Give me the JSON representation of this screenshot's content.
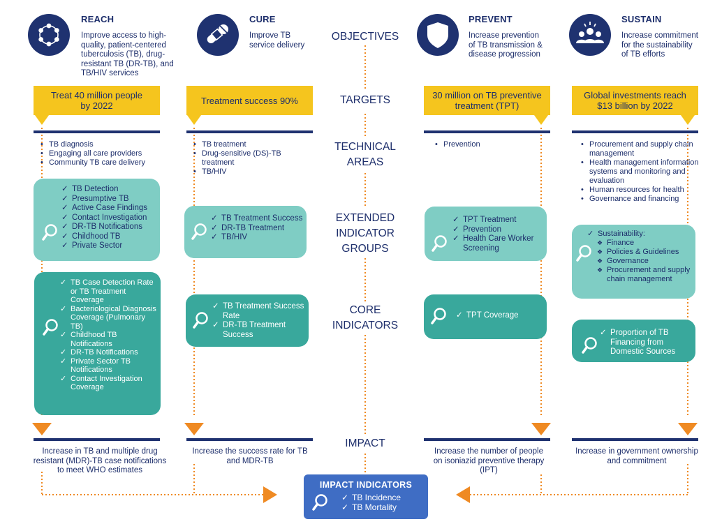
{
  "pillars": [
    {
      "title": "REACH",
      "icon": "network-icon",
      "description": [
        "Improve access to high-",
        "quality, patient-centered",
        "tuberculosis (TB), drug-",
        "resistant TB (DR-TB), and",
        "TB/HIV services"
      ]
    },
    {
      "title": "CURE",
      "icon": "pills-icon",
      "description": [
        "Improve TB",
        "service delivery"
      ]
    },
    {
      "title": "PREVENT",
      "icon": "shield-icon",
      "description": [
        "Increase prevention",
        "of TB transmission &",
        "disease progression"
      ]
    },
    {
      "title": "SUSTAIN",
      "icon": "people-group-icon",
      "description": [
        "Increase commitment",
        "for the sustainability",
        "of TB efforts"
      ]
    }
  ],
  "center_labels": {
    "objectives": "OBJECTIVES",
    "targets": "TARGETS",
    "technical_areas": [
      "TECHNICAL",
      "AREAS"
    ],
    "extended_indicator_groups": [
      "EXTENDED",
      "INDICATOR",
      "GROUPS"
    ],
    "core_indicators": [
      "CORE",
      "INDICATORS"
    ],
    "impact": "IMPACT"
  },
  "targets": [
    [
      "Treat 40 million people",
      "by 2022"
    ],
    [
      "Treatment success 90%"
    ],
    [
      "30 million on TB preventive",
      "treatment (TPT)"
    ],
    [
      "Global investments reach",
      "$13 billion by 2022"
    ]
  ],
  "technical_areas": [
    [
      "TB diagnosis",
      "Engaging all care providers",
      "Community TB care delivery"
    ],
    [
      "TB treatment",
      "Drug-sensitive (DS)-TB treatment",
      "TB/HIV"
    ],
    [
      "Prevention"
    ],
    [
      "Procurement and supply chain management",
      "Health management information systems and monitoring and evaluation",
      "Human resources for health",
      "Governance and financing"
    ]
  ],
  "extended_indicators": {
    "reach": [
      "TB Detection",
      "Presumptive TB",
      "Active Case Findings",
      "Contact Investigation",
      "DR-TB Notifications",
      "Childhood TB",
      "Private Sector"
    ],
    "cure": [
      "TB Treatment Success",
      "DR-TB Treatment",
      "TB/HIV"
    ],
    "prevent": [
      "TPT Treatment",
      "Prevention",
      "Health Care Worker Screening"
    ],
    "sustain_heading": "Sustainability:",
    "sustain": [
      "Finance",
      "Policies & Guidelines",
      "Governance",
      "Procurement and supply chain management"
    ]
  },
  "core_indicators": {
    "reach": [
      "TB Case Detection Rate or TB Treatment Coverage",
      "Bacteriological Diagnosis Coverage (Pulmonary TB)",
      "Childhood TB Notifications",
      "DR-TB Notifications",
      "Private Sector TB Notifications",
      "Contact Investigation Coverage"
    ],
    "cure": [
      "TB Treatment Success Rate",
      "DR-TB Treatment Success"
    ],
    "prevent": [
      "TPT Coverage"
    ],
    "sustain": [
      "Proportion of TB Financing from Domestic Sources"
    ]
  },
  "impacts": [
    [
      "Increase in TB and multiple drug",
      "resistant (MDR)-TB case notifications",
      "to meet WHO estimates"
    ],
    [
      "Increase the success rate for TB",
      "and MDR-TB"
    ],
    [
      "Increase the number of people",
      "on isoniazid preventive therapy",
      "(IPT)"
    ],
    [
      "Increase in government ownership",
      "and commitment"
    ]
  ],
  "impact_indicators": {
    "title": "IMPACT INDICATORS",
    "items": [
      "TB Incidence",
      "TB Mortality"
    ]
  },
  "colors": {
    "navy": "#1f3270",
    "yellow": "#f5c51e",
    "teal_light": "#7fcdc4",
    "teal_dark": "#39a89c",
    "orange": "#ef8a23",
    "blue_box": "#3f6dc4"
  }
}
